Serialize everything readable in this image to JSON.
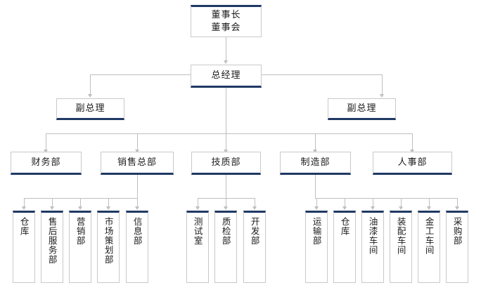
{
  "chart": {
    "title_top": "董事长\n董事会",
    "accent_color": "#1f3864",
    "line_color": "#bfbfbf",
    "box_border_color": "#c9c9c9",
    "background": "#ffffff"
  },
  "nodes": {
    "board": {
      "label": "董事长\n董事会"
    },
    "general_manager": {
      "label": "总经理"
    },
    "deputy_left": {
      "label": "副总理"
    },
    "deputy_right": {
      "label": "副总理"
    },
    "departments": [
      {
        "label": "财务部"
      },
      {
        "label": "销售总部"
      },
      {
        "label": "技质部"
      },
      {
        "label": "制造部"
      },
      {
        "label": "人事部"
      }
    ],
    "sales_children": [
      {
        "label": "仓库"
      },
      {
        "label": "售后服务部"
      },
      {
        "label": "营销部"
      },
      {
        "label": "市场策划部"
      },
      {
        "label": "信息部"
      }
    ],
    "tech_children": [
      {
        "label": "测试室"
      },
      {
        "label": "质检部"
      },
      {
        "label": "开发部"
      }
    ],
    "manufacturing_children": [
      {
        "label": "运输部"
      },
      {
        "label": "仓库"
      },
      {
        "label": "油漆车间"
      },
      {
        "label": "装配车间"
      },
      {
        "label": "金工车间"
      },
      {
        "label": "采购部"
      }
    ]
  }
}
